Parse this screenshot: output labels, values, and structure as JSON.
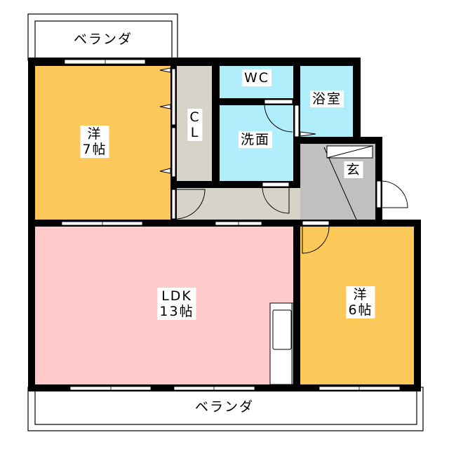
{
  "colors": {
    "western_room": "#fdc85a",
    "ldk": "#ffcaca",
    "wet_area": "#b0eefc",
    "closet": "#d6d3c8",
    "corridor": "#d6d3c8",
    "entrance": "#c0c0c0",
    "wall": "#000000"
  },
  "rooms": {
    "balcony_top": "ベランダ",
    "western_7": {
      "type": "洋",
      "size": "7帖"
    },
    "closet": {
      "line1": "C",
      "line2": "L"
    },
    "wc": "WC",
    "bath": "浴室",
    "washroom": "洗面",
    "entrance": "玄",
    "ldk": {
      "type": "LDK",
      "size": "13帖"
    },
    "western_6": {
      "type": "洋",
      "size": "6帖"
    },
    "balcony_bottom": "ベランダ"
  }
}
